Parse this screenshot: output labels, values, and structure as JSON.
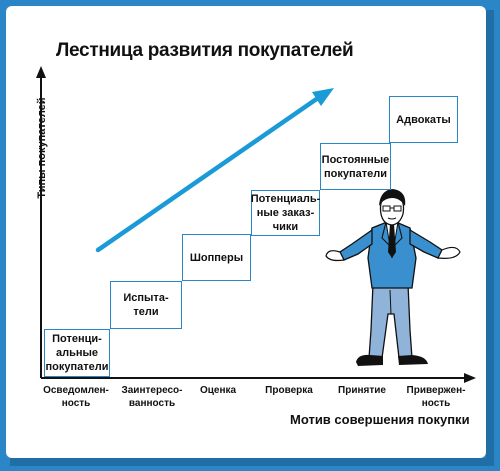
{
  "diagram": {
    "title": "Лестница развития покупателей",
    "y_axis_label": "Типы покупателей",
    "x_axis_label": "Мотив совершения покупки",
    "steps": [
      {
        "label": "Потенци-\nальные\nпокупатели"
      },
      {
        "label": "Испыта-\nтели"
      },
      {
        "label": "Шопперы"
      },
      {
        "label": "Потенциаль-\nные заказ-\nчики"
      },
      {
        "label": "Постоянные\nпокупатели"
      },
      {
        "label": "Адвокаты"
      }
    ],
    "x_ticks": [
      {
        "label": "Осведомлен-\nность"
      },
      {
        "label": "Заинтересо-\nванность"
      },
      {
        "label": "Оценка"
      },
      {
        "label": "Проверка"
      },
      {
        "label": "Принятие"
      },
      {
        "label": "Привержен-\nность"
      }
    ],
    "colors": {
      "frame": "#2a86c6",
      "frame_shadow": "#1f6ea6",
      "step_border": "#2a86c6",
      "arrow": "#1a9ad6",
      "figure_jacket": "#3a8fcf",
      "figure_trousers": "#8fb3d9"
    }
  }
}
